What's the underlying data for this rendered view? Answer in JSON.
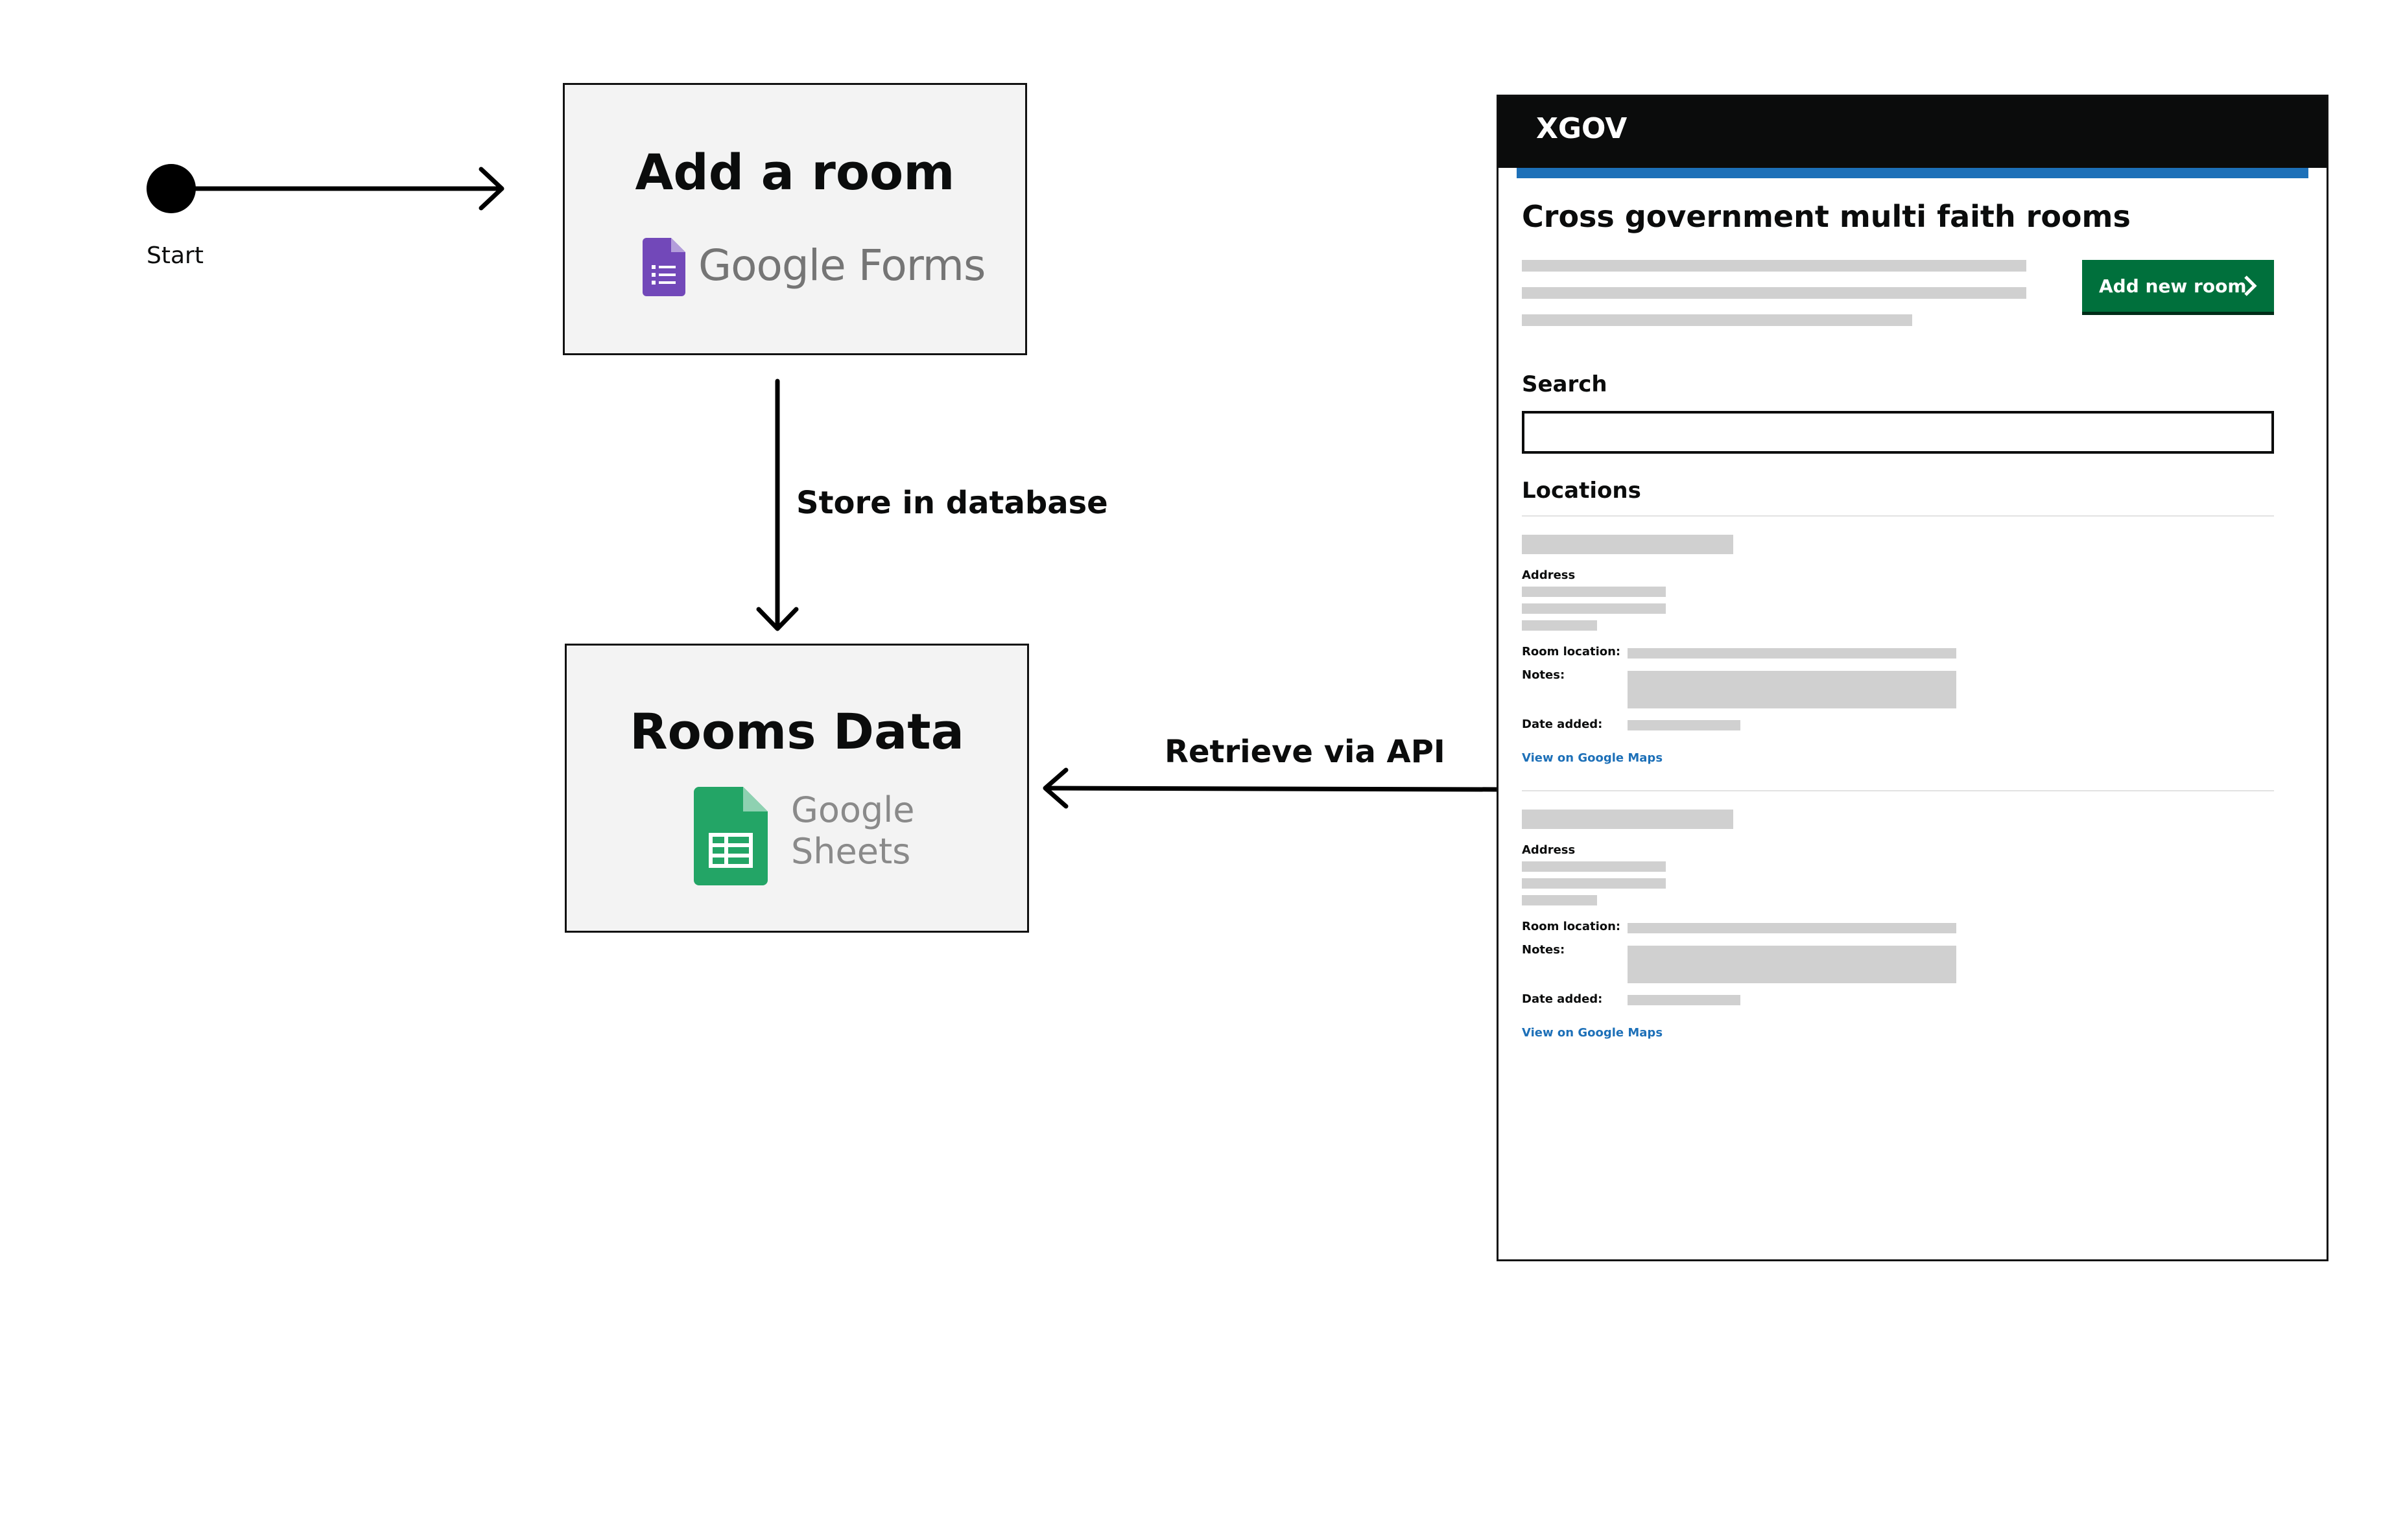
{
  "start": {
    "label": "Start"
  },
  "nodes": {
    "add_room": {
      "title": "Add a room",
      "logo_text": "Google Forms",
      "logo_word_1": "Google",
      "logo_word_2": "Forms"
    },
    "rooms_data": {
      "title": "Rooms Data",
      "logo_word_1": "Google",
      "logo_word_2": "Sheets"
    }
  },
  "edges": {
    "store": {
      "label": "Store in database"
    },
    "retrieve": {
      "label": "Retrieve via API"
    }
  },
  "mock_page": {
    "logo": "XGOV",
    "title": "Cross government multi faith rooms",
    "add_button": "Add new room",
    "search_label": "Search",
    "locations_heading": "Locations",
    "locations": [
      {
        "address_label": "Address",
        "room_location_label": "Room location:",
        "notes_label": "Notes:",
        "date_added_label": "Date added:",
        "map_link": "View on Google Maps"
      },
      {
        "address_label": "Address",
        "room_location_label": "Room location:",
        "notes_label": "Notes:",
        "date_added_label": "Date added:",
        "map_link": "View on Google Maps"
      }
    ]
  },
  "colors": {
    "header_bg": "#0b0c0c",
    "accent_bar": "#1d70b8",
    "button_green": "#00703c",
    "link_blue": "#1d70b8",
    "forms_purple": "#7248b9",
    "sheets_green": "#23a566"
  },
  "icons": [
    "google-forms-icon",
    "google-sheets-icon",
    "chevron-right-icon"
  ]
}
